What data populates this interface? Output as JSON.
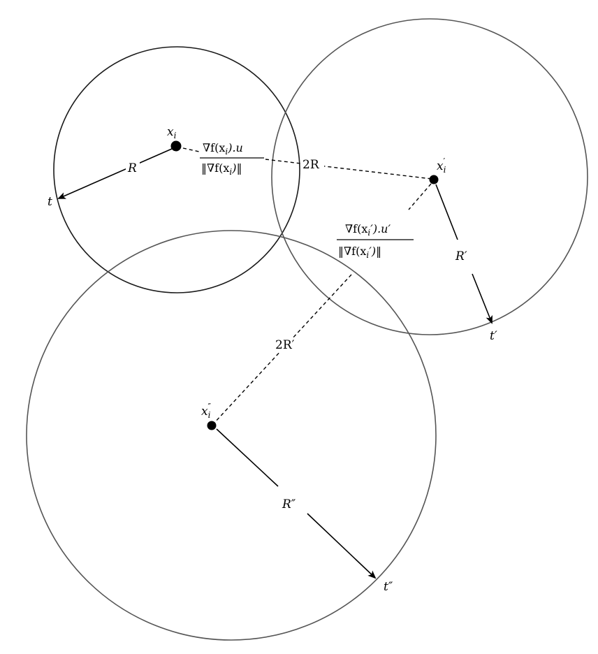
{
  "diagram": {
    "points": {
      "xi": "x",
      "xi_sub": "i",
      "xi_prime": "x",
      "xi_prime_sub": "i",
      "xi_prime_mark": "′",
      "xi_dprime": "x",
      "xi_dprime_sub": "i",
      "xi_dprime_mark": "″"
    },
    "radii": {
      "r1": "R",
      "r2": "R′",
      "r3": "R″"
    },
    "targets": {
      "t1": "t",
      "t2": "t′",
      "t3": "t″"
    },
    "distances": {
      "d1": "2R",
      "d2": "2R′"
    },
    "gradients": {
      "g1_num": "∇f(x",
      "g1_num_sub": "i",
      "g1_num_tail": ").u",
      "g1_den": "‖∇f(x",
      "g1_den_sub": "i",
      "g1_den_tail": ")‖",
      "g2_num": "∇f(x",
      "g2_num_sub": "i",
      "g2_num_tail": "′).u′",
      "g2_den": "‖∇f(x",
      "g2_den_sub": "i",
      "g2_den_tail": "′)‖"
    },
    "colors": {
      "circle_1": "#1a1a1a",
      "circle_2": "#555555",
      "circle_3": "#555555",
      "ink": "#000000"
    }
  }
}
